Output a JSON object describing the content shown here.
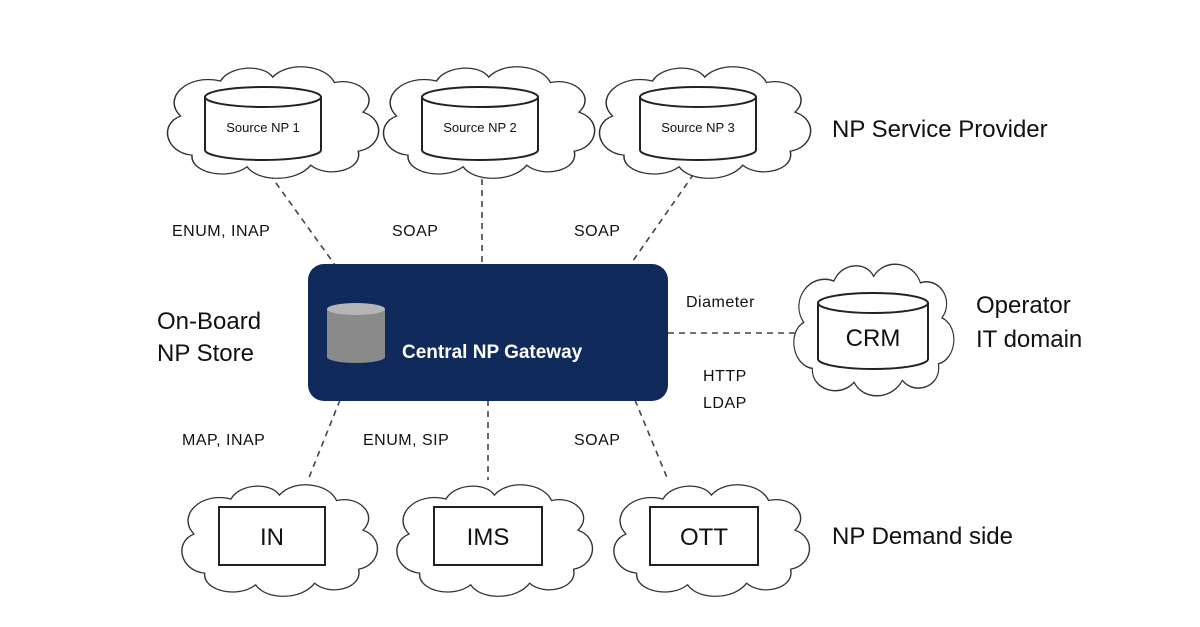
{
  "providers": {
    "label": "NP Service Provider",
    "sources": [
      {
        "label": "Source NP 1",
        "protocol": "ENUM, INAP"
      },
      {
        "label": "Source NP 2",
        "protocol": "SOAP"
      },
      {
        "label": "Source NP 3",
        "protocol": "SOAP"
      }
    ]
  },
  "gateway": {
    "label": "Central NP Gateway",
    "store_label_line1": "On-Board",
    "store_label_line2": "NP Store",
    "color": "#112a5c"
  },
  "operator": {
    "node": "CRM",
    "label_line1": "Operator",
    "label_line2": "IT domain",
    "protocol_top": "Diameter",
    "protocol_bottom_line1": "HTTP",
    "protocol_bottom_line2": "LDAP"
  },
  "demand": {
    "label": "NP Demand side",
    "nodes": [
      {
        "label": "IN",
        "protocol": "MAP, INAP"
      },
      {
        "label": "IMS",
        "protocol": "ENUM, SIP"
      },
      {
        "label": "OTT",
        "protocol": "SOAP"
      }
    ]
  }
}
